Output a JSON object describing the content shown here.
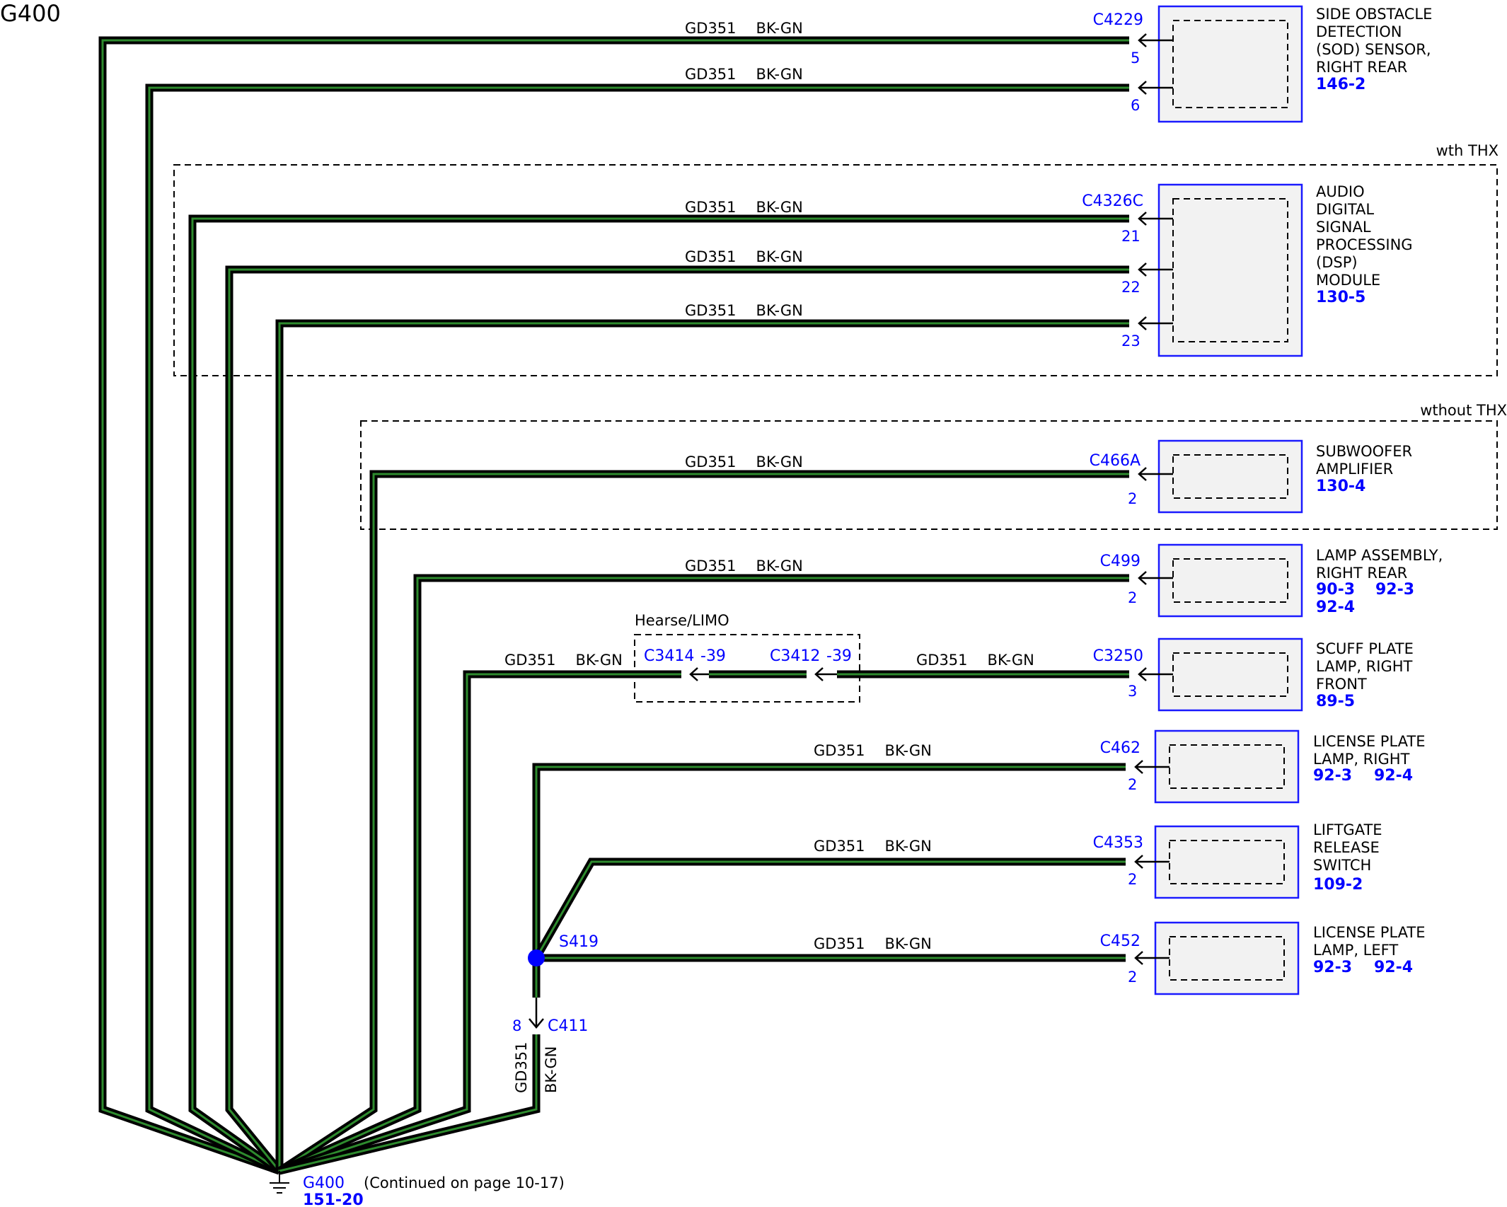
{
  "title": "G400",
  "wire": {
    "circuit": "GD351",
    "color": "BK-GN"
  },
  "ground": {
    "name": "G400",
    "ref": "151-20",
    "note": "(Continued on page 10-17)"
  },
  "splice": {
    "name": "S419"
  },
  "inline": {
    "connector": "C411",
    "pin": "8"
  },
  "options": [
    {
      "label": "wth THX"
    },
    {
      "label": "wthout THX"
    },
    {
      "label": "Hearse/LIMO"
    }
  ],
  "limo": {
    "c1": "C3414",
    "p1": "-39",
    "c2": "C3412",
    "p2": "-39"
  },
  "components": [
    {
      "id": "sod",
      "connector": "C4229",
      "pins": [
        "5",
        "6"
      ],
      "name": [
        "SIDE OBSTACLE",
        "DETECTION",
        "(SOD) SENSOR,",
        "RIGHT REAR"
      ],
      "refs": [
        [
          "146-2"
        ]
      ]
    },
    {
      "id": "dsp",
      "connector": "C4326C",
      "pins": [
        "21",
        "22",
        "23"
      ],
      "name": [
        "AUDIO",
        "DIGITAL",
        "SIGNAL",
        "PROCESSING",
        "(DSP)",
        "MODULE"
      ],
      "refs": [
        [
          "130-5"
        ]
      ]
    },
    {
      "id": "sub",
      "connector": "C466A",
      "pins": [
        "2"
      ],
      "name": [
        "SUBWOOFER",
        "AMPLIFIER"
      ],
      "refs": [
        [
          "130-4"
        ]
      ]
    },
    {
      "id": "lamp",
      "connector": "C499",
      "pins": [
        "2"
      ],
      "name": [
        "LAMP ASSEMBLY,",
        "RIGHT REAR"
      ],
      "refs": [
        [
          "90-3",
          "92-3"
        ],
        [
          "92-4"
        ]
      ]
    },
    {
      "id": "scuff",
      "connector": "C3250",
      "pins": [
        "3"
      ],
      "name": [
        "SCUFF PLATE",
        "LAMP, RIGHT",
        "FRONT"
      ],
      "refs": [
        [
          "89-5"
        ]
      ]
    },
    {
      "id": "licr",
      "connector": "C462",
      "pins": [
        "2"
      ],
      "name": [
        "LICENSE PLATE",
        "LAMP, RIGHT"
      ],
      "refs": [
        [
          "92-3",
          "92-4"
        ]
      ]
    },
    {
      "id": "lift",
      "connector": "C4353",
      "pins": [
        "2"
      ],
      "name": [
        "LIFTGATE",
        "RELEASE",
        "SWITCH"
      ],
      "refs": [
        [
          "109-2"
        ]
      ]
    },
    {
      "id": "licl",
      "connector": "C452",
      "pins": [
        "2"
      ],
      "name": [
        "LICENSE PLATE",
        "LAMP, LEFT"
      ],
      "refs": [
        [
          "92-3",
          "92-4"
        ]
      ]
    }
  ],
  "colors": {
    "wire_outer": "#000000",
    "wire_inner": "#2e8b2e",
    "label_blue": "#0000ff",
    "box_border": "#1a1aff",
    "box_fill": "#f2f2f2"
  }
}
